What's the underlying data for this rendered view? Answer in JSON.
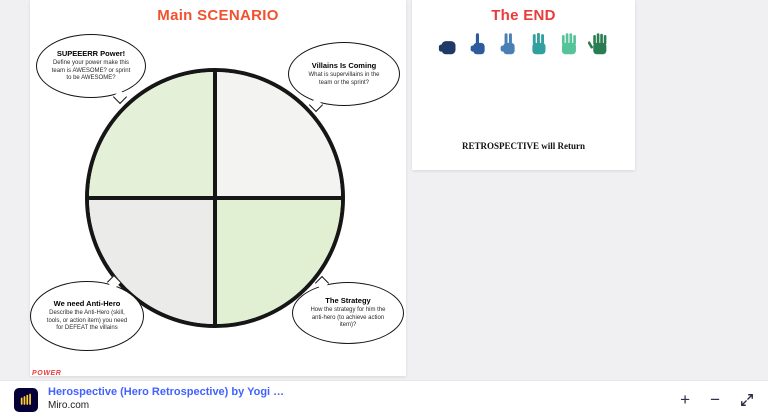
{
  "colors": {
    "main_title": "#f2512e",
    "end_title": "#ea3b3b",
    "link": "#4262ff",
    "quadrant_top_left": "#e4f1d8",
    "quadrant_top_right": "#f3f3f1",
    "quadrant_bottom_left": "#ebebe9",
    "quadrant_bottom_right": "#e1f0d3"
  },
  "main_frame": {
    "title": "Main SCENARIO",
    "power_label": "POWER",
    "bubbles": {
      "top_left": {
        "title": "SUPEEERR Power!",
        "desc": "Define your power make this team is AWESOME? or sprint to be AWESOME?"
      },
      "top_right": {
        "title": "Villains Is Coming",
        "desc": "What is supervillains in the team or the sprint?"
      },
      "bottom_left": {
        "title": "We need Anti-Hero",
        "desc": "Describe the Anti-Hero (skill, tools, or action item) you need for DEFEAT the villains"
      },
      "bottom_right": {
        "title": "The Strategy",
        "desc": "How the strategy for him the anti-hero (to achieve action item)?"
      }
    }
  },
  "end_frame": {
    "title": "The END",
    "subtitle": "RETROSPECTIVE will Return",
    "hand_colors": [
      "#1f3a66",
      "#2d5b9e",
      "#4a7fb5",
      "#33a0a0",
      "#58c39b",
      "#2a7d52"
    ]
  },
  "footer": {
    "link_text": "Herospective (Hero Retrospective) by Yogi …",
    "site_text": "Miro.com",
    "zoom_in_label": "+",
    "zoom_out_label": "−"
  }
}
